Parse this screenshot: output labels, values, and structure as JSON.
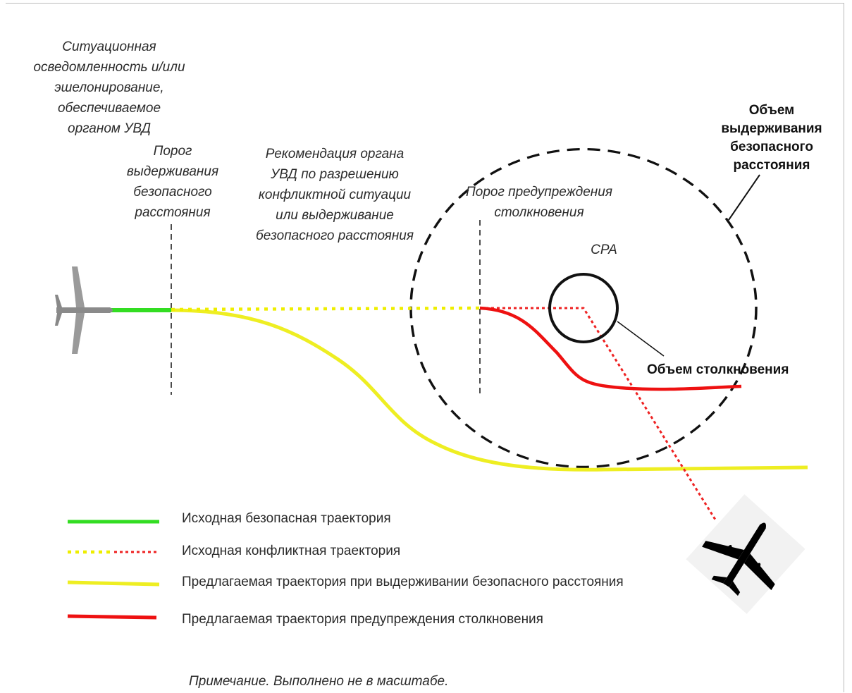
{
  "labels": {
    "atc_awareness": [
      "Ситуационная",
      "осведомленность и/или",
      "эшелонирование,",
      "обеспечиваемое",
      "органом УВД"
    ],
    "separation_threshold": [
      "Порог",
      "выдерживания",
      "безопасного",
      "расстояния"
    ],
    "atc_recommendation": [
      "Рекомендация органа",
      "УВД по разрешению",
      "конфликтной ситуации",
      "или выдерживание",
      "безопасного расстояния"
    ],
    "collision_threshold": [
      "Порог предупреждения",
      "столкновения"
    ],
    "cpa": "CPA",
    "separation_volume": [
      "Объем",
      "выдерживания",
      "безопасного",
      "расстояния"
    ],
    "collision_volume": "Объем столкновения"
  },
  "legend": [
    {
      "text": "Исходная безопасная траектория",
      "color": "#33dd22",
      "style": "solid"
    },
    {
      "text": "Исходная конфликтная траектория",
      "color": "#eeee00",
      "color2": "#ee2222",
      "style": "dotted"
    },
    {
      "text": "Предлагаемая траектория при выдерживании безопасного расстояния",
      "color": "#eeee22",
      "style": "solid"
    },
    {
      "text": "Предлагаемая траектория предупреждения столкновения",
      "color": "#ee1111",
      "style": "solid"
    }
  ],
  "note": "Примечание. Выполнено не в масштабе.",
  "colors": {
    "green": "#33dd22",
    "yellow": "#eeee22",
    "red": "#ee1111",
    "black": "#111111",
    "aircraft_gray": "#8a8a8a"
  },
  "icons": {
    "own_aircraft": "airplane-icon",
    "intruder_aircraft": "airplane-icon"
  }
}
